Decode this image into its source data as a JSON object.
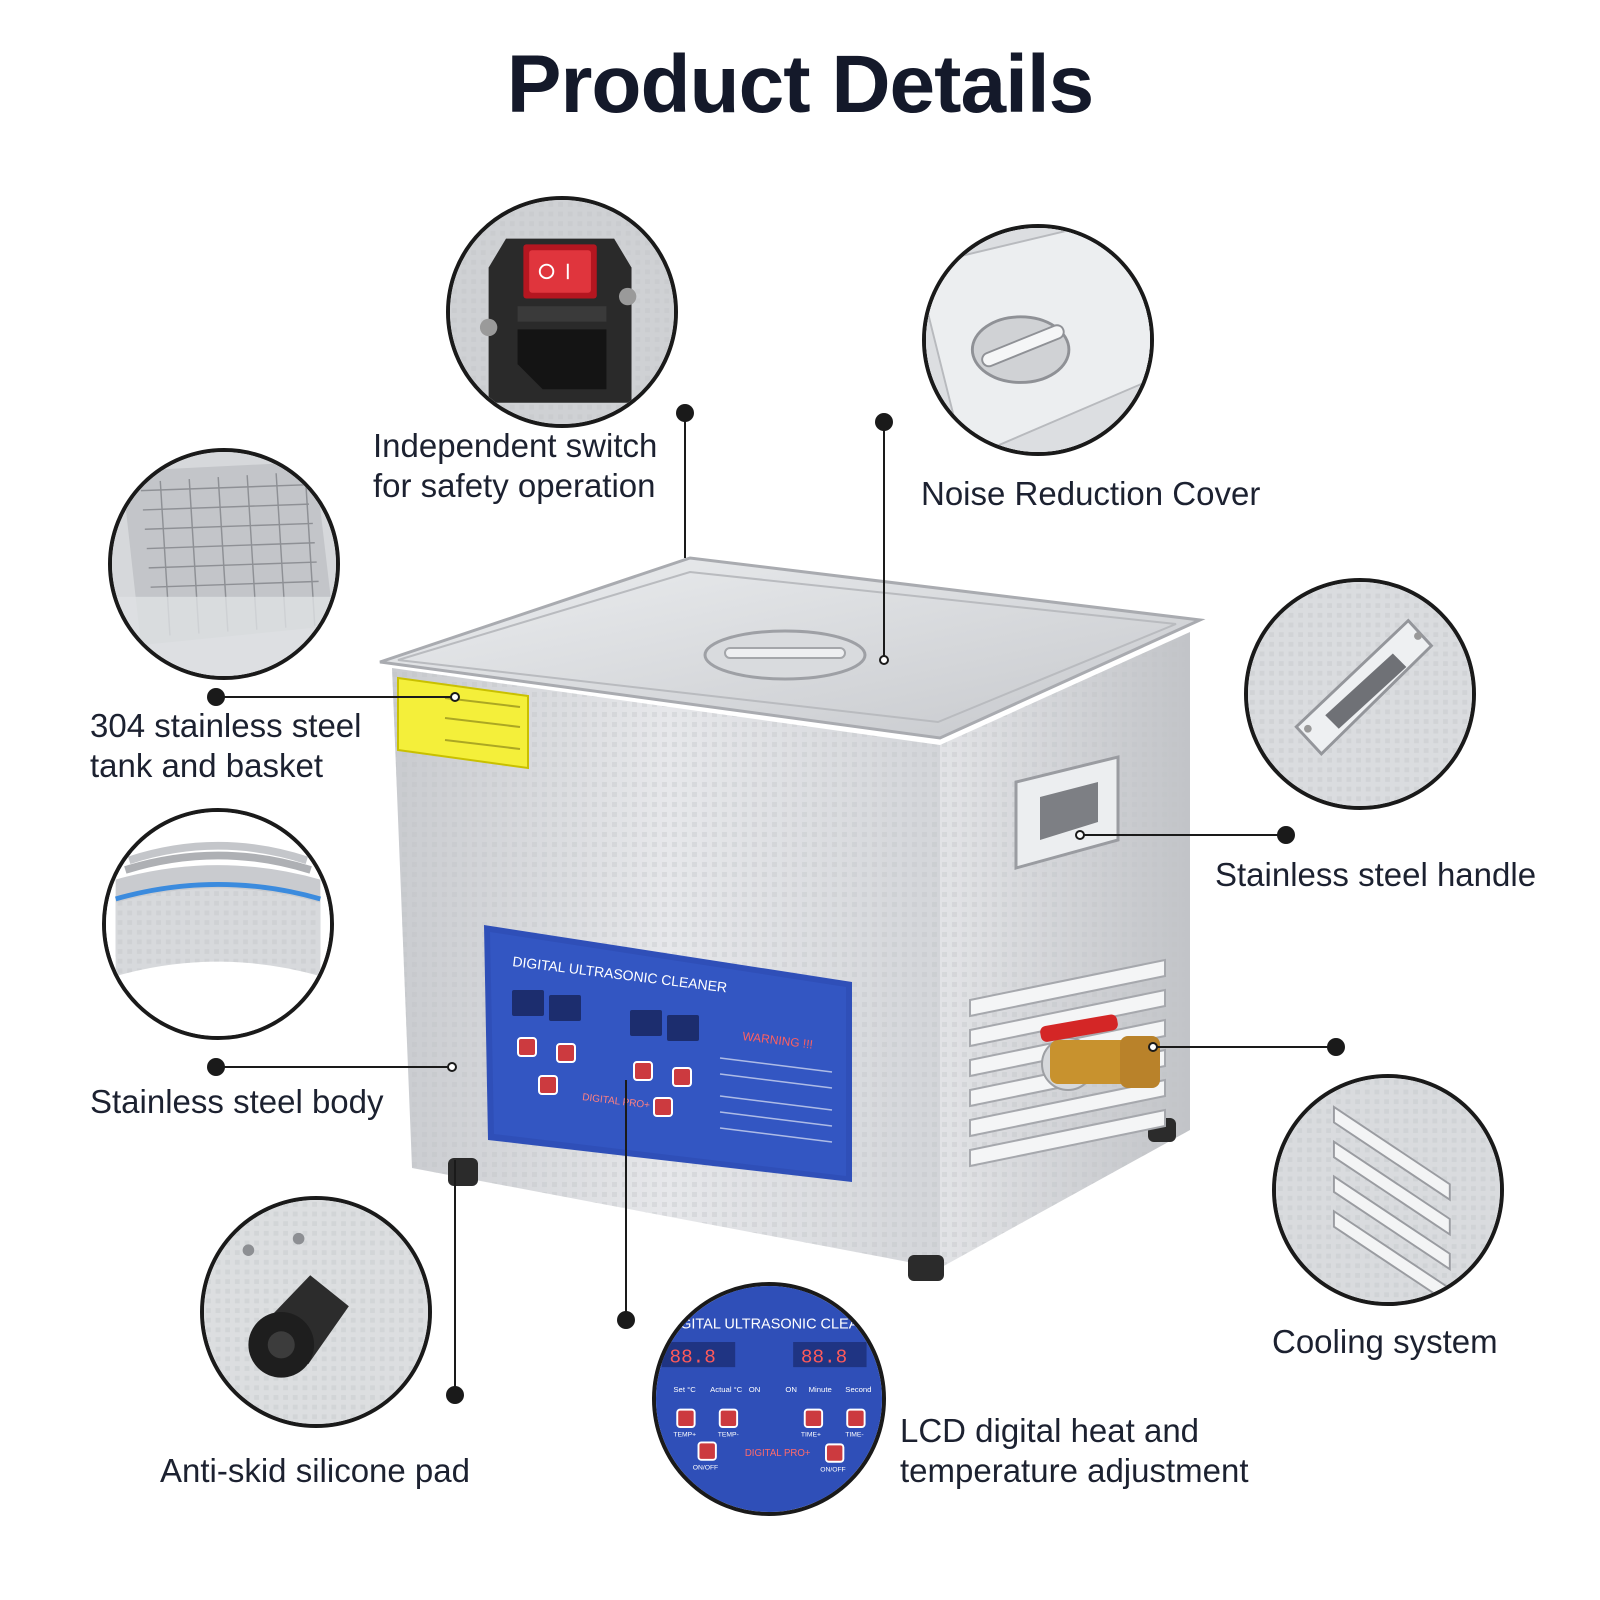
{
  "title": "Product Details",
  "features": [
    {
      "id": "switch",
      "label_lines": [
        "Independent switch",
        "for safety operation"
      ],
      "icon": "power-switch-icon"
    },
    {
      "id": "cover",
      "label_lines": [
        "Noise Reduction Cover"
      ],
      "icon": "lid-icon"
    },
    {
      "id": "tank",
      "label_lines": [
        "304 stainless steel",
        "tank and basket"
      ],
      "icon": "basket-icon"
    },
    {
      "id": "handle",
      "label_lines": [
        "Stainless steel handle"
      ],
      "icon": "handle-icon"
    },
    {
      "id": "body",
      "label_lines": [
        "Stainless steel body"
      ],
      "icon": "layers-icon"
    },
    {
      "id": "cooling",
      "label_lines": [
        "Cooling system"
      ],
      "icon": "vent-icon"
    },
    {
      "id": "pad",
      "label_lines": [
        "Anti-skid silicone pad"
      ],
      "icon": "foot-pad-icon"
    },
    {
      "id": "lcd",
      "label_lines": [
        "LCD digital heat and",
        "temperature adjustment"
      ],
      "icon": "control-panel-icon"
    }
  ],
  "control_panel": {
    "heading": "DIGITAL ULTRASONIC CLEANER",
    "warning": "WARNING !!!",
    "brand": "DIGITAL PRO+",
    "display_left_labels": [
      "Set °C",
      "Actual °C",
      "ON"
    ],
    "display_right_labels": [
      "ON",
      "Minute",
      "Second"
    ],
    "buttons": [
      "TEMP+",
      "TEMP-",
      "ON/OFF",
      "TIME+",
      "TIME-",
      "ON/OFF"
    ],
    "display_digits": "88.8"
  },
  "colors": {
    "title": "#14192a",
    "panel_blue": "#2f4fb8",
    "steel": "#d7d9dd",
    "leader_line": "#1a1a1a",
    "led_red": "#e0484f",
    "brass": "#c8922e",
    "valve_red": "#d42626"
  }
}
